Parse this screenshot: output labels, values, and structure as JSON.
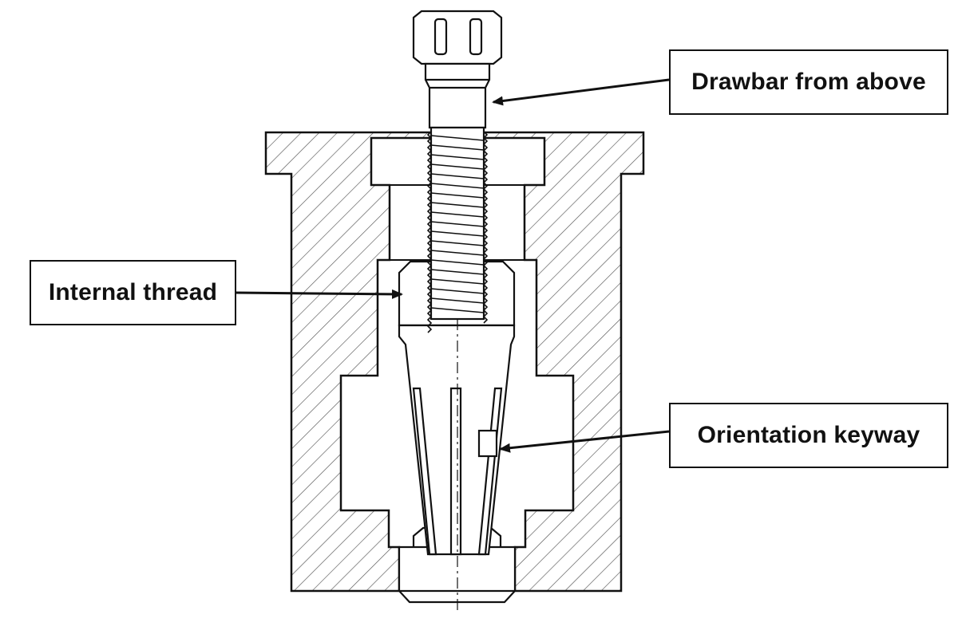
{
  "labels": {
    "drawbar": "Drawbar from above",
    "internal_thread": "Internal thread",
    "orientation_keyway": "Orientation keyway"
  },
  "colors": {
    "line": "#111111",
    "hatch": "#444444",
    "background": "#ffffff"
  }
}
